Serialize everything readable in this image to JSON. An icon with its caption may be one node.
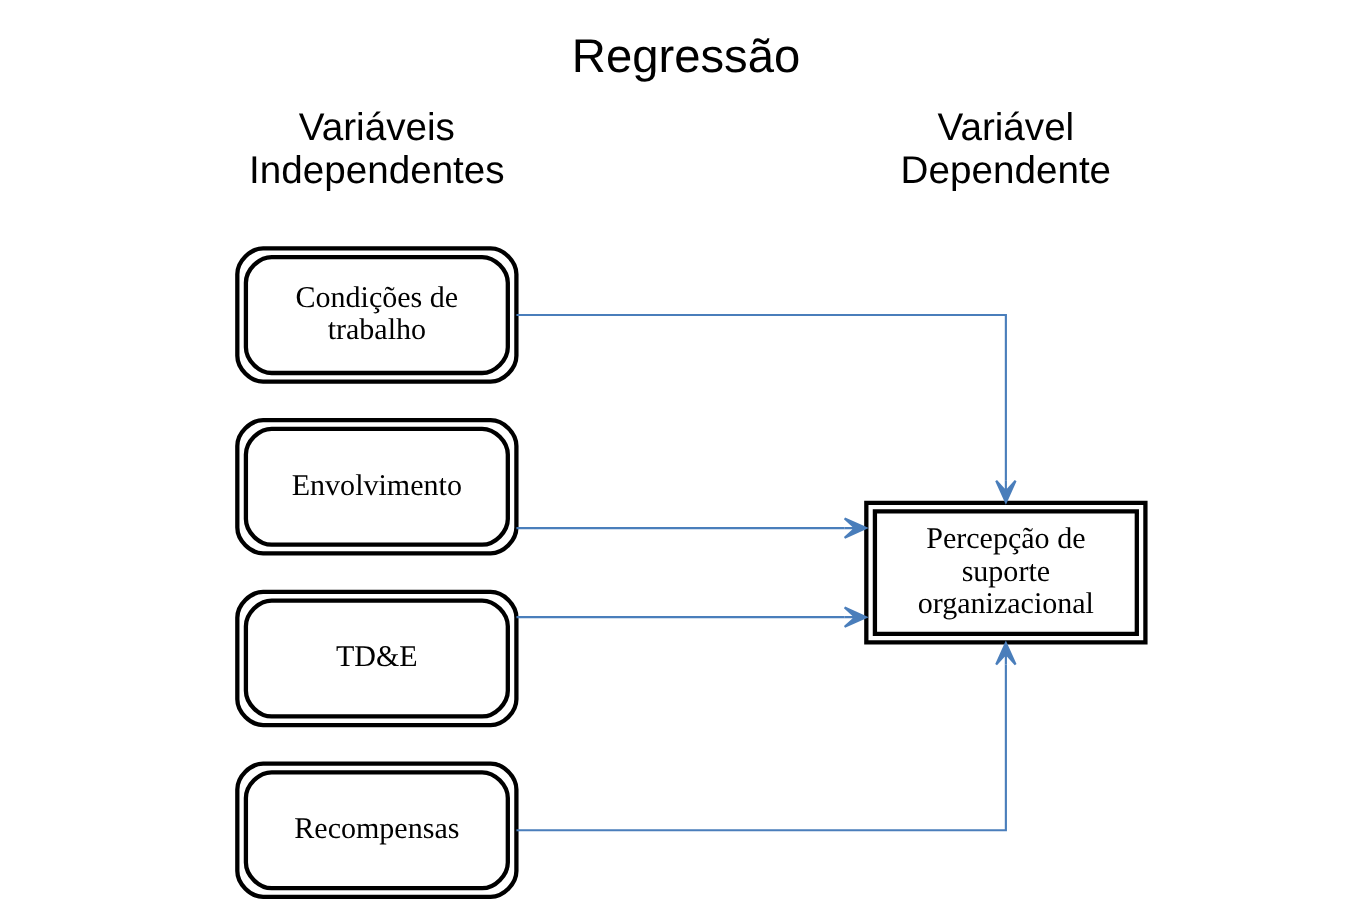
{
  "diagram": {
    "title": "Regressão",
    "nodes": [
      {
        "text": [
          "Condições de trabalho"
        ]
      },
      {
        "text": [
          "Envolvimento"
        ]
      },
      {
        "text": [
          "TD&E"
        ]
      },
      {
        "text": [
          "Recompensas"
        ]
      },
      {
        "text": [
          "Percepção de suporte organizacional"
        ]
      }
    ],
    "edges": [
      {
        "from": 0,
        "to": 4,
        "arrow": "to"
      },
      {
        "from": 1,
        "to": 4,
        "arrow": "to"
      },
      {
        "from": 2,
        "to": 4,
        "arrow": "to"
      },
      {
        "from": 3,
        "to": 4,
        "arrow": "to"
      }
    ],
    "labels": [
      "Variáveis Independentes",
      "Variável Dependente"
    ]
  }
}
